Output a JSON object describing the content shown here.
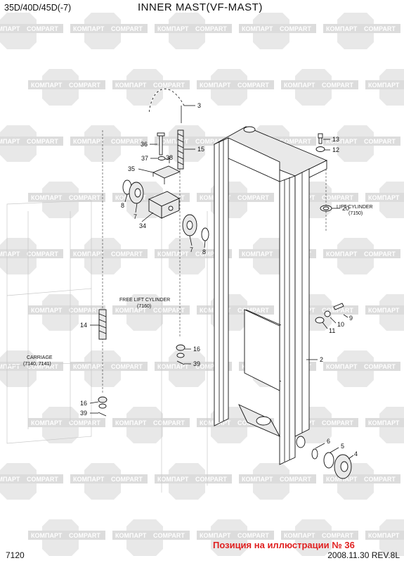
{
  "header": {
    "model": "35D/40D/45D(-7)",
    "title": "INNER  MAST(VF-MAST)"
  },
  "footer": {
    "page_number": "7120",
    "date_rev": "2008.11.30  REV.8L",
    "note": "Позиция на иллюстрации № 36"
  },
  "watermark": {
    "text_cyr": "КОМПАРТ",
    "text_lat": "COMPART"
  },
  "labels": {
    "free_lift_cylinder": "FREE LIFT CYLINDER",
    "free_lift_cylinder_ref": "(7160)",
    "lift_cylinder": "LIFT CYLINDER",
    "lift_cylinder_ref": "(7150)",
    "carriage": "CARRIAGE",
    "carriage_ref": "(7140, 7141)"
  },
  "callouts": {
    "c3": "3",
    "c36": "36",
    "c15": "15",
    "c37": "37",
    "c38": "38",
    "c35": "35",
    "c8a": "8",
    "c7a": "7",
    "c34": "34",
    "c7b": "7",
    "c8b": "8",
    "c13": "13",
    "c12": "12",
    "c20": "20",
    "c9": "9",
    "c10": "10",
    "c11": "11",
    "c14": "14",
    "c16a": "16",
    "c39a": "39",
    "c2": "2",
    "c16b": "16",
    "c39b": "39",
    "c6": "6",
    "c5": "5",
    "c4": "4"
  }
}
